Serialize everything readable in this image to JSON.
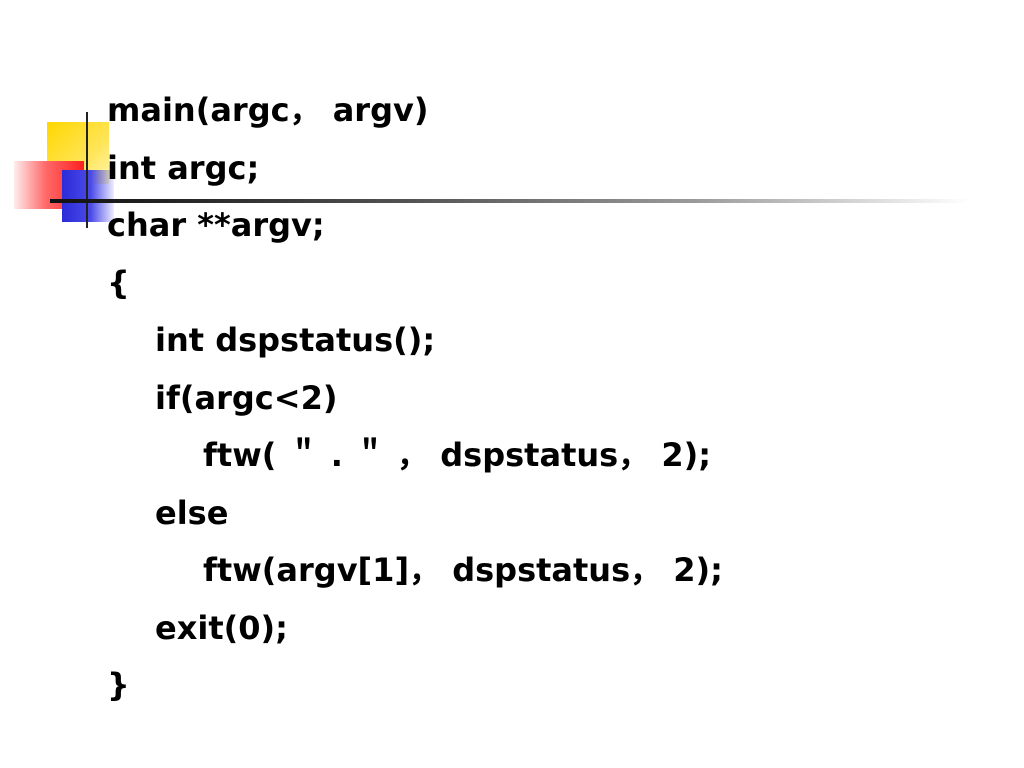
{
  "slide": {
    "code_lines": [
      {
        "text": "main(argc， argv)",
        "indent": 0
      },
      {
        "text": "int argc;",
        "indent": 0
      },
      {
        "text": "char **argv;",
        "indent": 0
      },
      {
        "text": "{",
        "indent": 0
      },
      {
        "text": "int dspstatus();",
        "indent": 1
      },
      {
        "text": "if(argc<2)",
        "indent": 1
      },
      {
        "text": "ftw( ＂ . ＂ ， dspstatus， 2);",
        "indent": 2
      },
      {
        "text": "else",
        "indent": 1
      },
      {
        "text": "ftw(argv[1]， dspstatus， 2);",
        "indent": 2
      },
      {
        "text": "exit(0);",
        "indent": 1
      },
      {
        "text": "}",
        "indent": 0
      }
    ]
  },
  "colors": {
    "text": "#000000",
    "background": "#ffffff",
    "accent_yellow": "#ffd700",
    "accent_blue": "#2b2bd9",
    "accent_red": "#ff2020"
  }
}
